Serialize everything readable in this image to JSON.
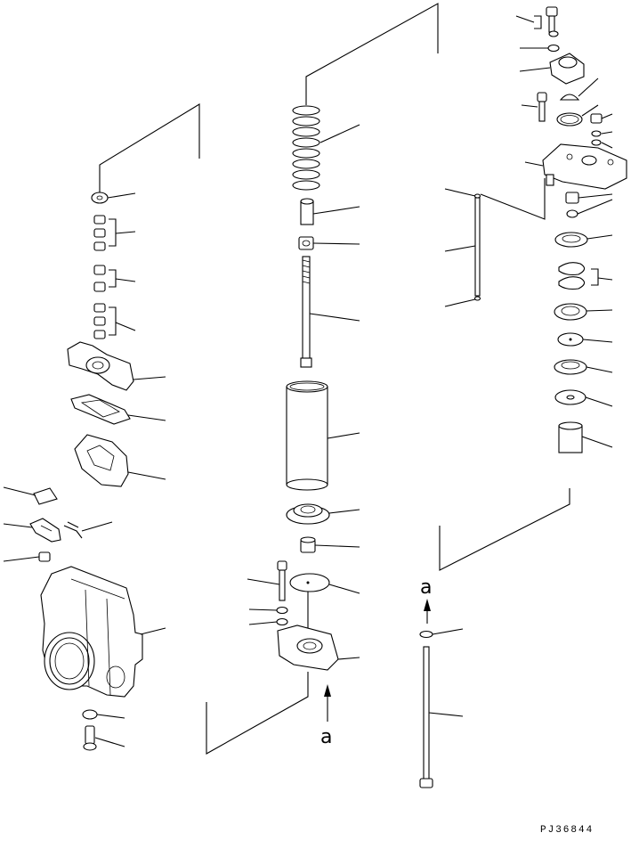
{
  "diagram": {
    "drawing_code": "PJ36844",
    "reference_markers": [
      "a",
      "a"
    ],
    "colors": {
      "line": "#000000",
      "background": "#ffffff"
    }
  }
}
